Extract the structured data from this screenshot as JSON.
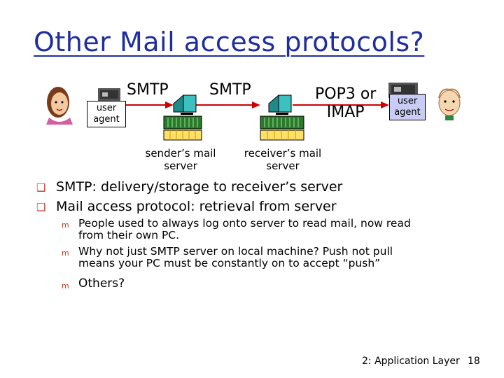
{
  "title": "Other Mail access protocols?",
  "diagram": {
    "user_agent_left": [
      "user",
      "agent"
    ],
    "user_agent_right": [
      "user",
      "agent"
    ],
    "smtp_left": "SMTP",
    "smtp_middle": "SMTP",
    "pop3_imap": [
      "POP3 or",
      "IMAP"
    ],
    "sender_server": [
      "sender’s mail",
      "server"
    ],
    "receiver_server": [
      "receiver’s mail",
      "server"
    ]
  },
  "bullets": [
    "SMTP: delivery/storage to receiver’s server",
    "Mail access protocol: retrieval from server"
  ],
  "sub_bullets": [
    [
      "People used to always log onto server to read mail, now read",
      "from their own PC."
    ],
    [
      "Why not just SMTP server on local machine? Push not pull",
      "means your PC must be constantly on to accept “push”"
    ],
    [
      "Others?"
    ]
  ],
  "footer": {
    "section": "2: Application Layer",
    "page": "18"
  },
  "colors": {
    "title": "#1f2e9e",
    "bullet": "#c0392b",
    "arrow": "#cc0000",
    "server": "#2aa5a5",
    "rack": "#2b7a2b"
  }
}
